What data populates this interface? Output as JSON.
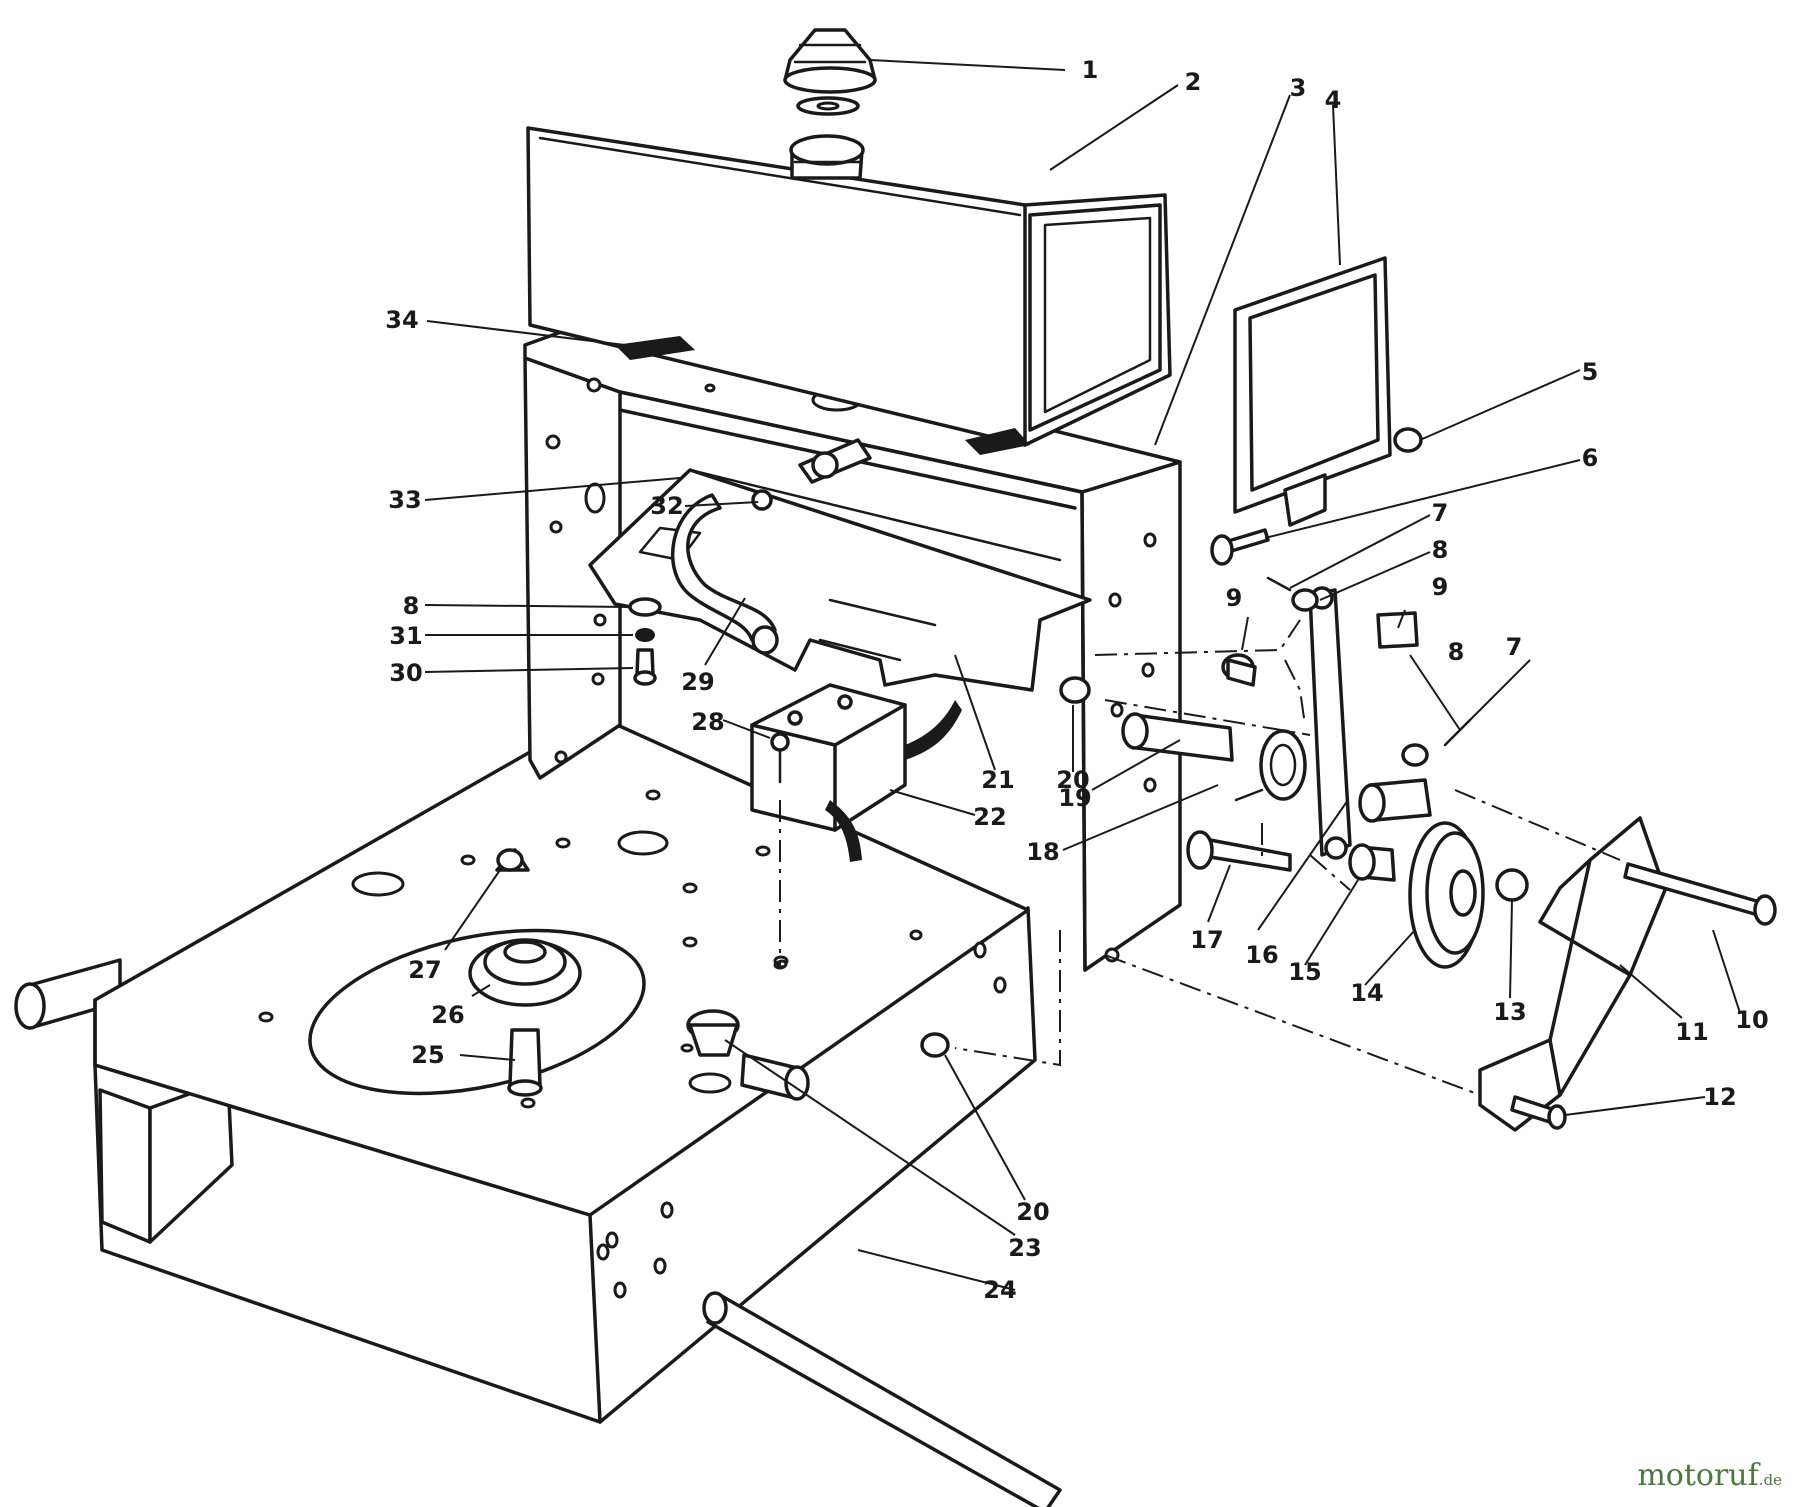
{
  "callouts": [
    {
      "id": "1",
      "label": "1"
    },
    {
      "id": "2",
      "label": "2"
    },
    {
      "id": "3",
      "label": "3"
    },
    {
      "id": "4",
      "label": "4"
    },
    {
      "id": "5",
      "label": "5"
    },
    {
      "id": "6",
      "label": "6"
    },
    {
      "id": "7a",
      "label": "7"
    },
    {
      "id": "8a",
      "label": "8"
    },
    {
      "id": "9a",
      "label": "9"
    },
    {
      "id": "9b",
      "label": "9"
    },
    {
      "id": "8b",
      "label": "8"
    },
    {
      "id": "7b",
      "label": "7"
    },
    {
      "id": "34",
      "label": "34"
    },
    {
      "id": "33",
      "label": "33"
    },
    {
      "id": "32",
      "label": "32"
    },
    {
      "id": "8c",
      "label": "8"
    },
    {
      "id": "31",
      "label": "31"
    },
    {
      "id": "30",
      "label": "30"
    },
    {
      "id": "29",
      "label": "29"
    },
    {
      "id": "28",
      "label": "28"
    },
    {
      "id": "21",
      "label": "21"
    },
    {
      "id": "20a",
      "label": "20"
    },
    {
      "id": "19",
      "label": "19"
    },
    {
      "id": "22",
      "label": "22"
    },
    {
      "id": "18",
      "label": "18"
    },
    {
      "id": "27",
      "label": "27"
    },
    {
      "id": "26",
      "label": "26"
    },
    {
      "id": "25",
      "label": "25"
    },
    {
      "id": "17",
      "label": "17"
    },
    {
      "id": "16",
      "label": "16"
    },
    {
      "id": "15",
      "label": "15"
    },
    {
      "id": "14",
      "label": "14"
    },
    {
      "id": "13",
      "label": "13"
    },
    {
      "id": "10",
      "label": "10"
    },
    {
      "id": "11",
      "label": "11"
    },
    {
      "id": "12",
      "label": "12"
    },
    {
      "id": "20b",
      "label": "20"
    },
    {
      "id": "23",
      "label": "23"
    },
    {
      "id": "24",
      "label": "24"
    }
  ],
  "watermark": {
    "name": "motoruf",
    "tld": ".de"
  }
}
